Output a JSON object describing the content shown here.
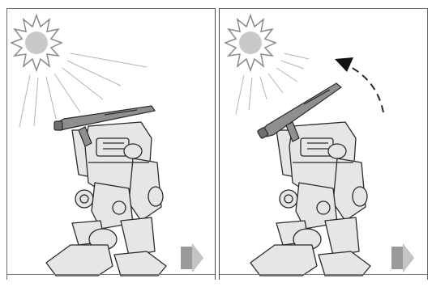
{
  "panels": [
    {
      "id": "panel-1",
      "sun": "sun-icon",
      "robot": "robot-standing-illustration",
      "cannon_state": "lowered",
      "motion_arrow": false,
      "next": "next-arrow-icon"
    },
    {
      "id": "panel-2",
      "sun": "sun-icon",
      "robot": "robot-standing-illustration",
      "cannon_state": "raised",
      "motion_arrow": true,
      "next": "next-arrow-icon"
    }
  ],
  "colors": {
    "sun_fill": "#c9c9c9",
    "sun_rays": "#8a8a8a",
    "light_rays": "#b5b5b5",
    "robot_fill": "#e6e6e6",
    "robot_line": "#2a2a2a",
    "cannon_fill": "#8f8f8f",
    "arrow_fill": "#9a9a9a",
    "border": "#5a5a5a"
  }
}
